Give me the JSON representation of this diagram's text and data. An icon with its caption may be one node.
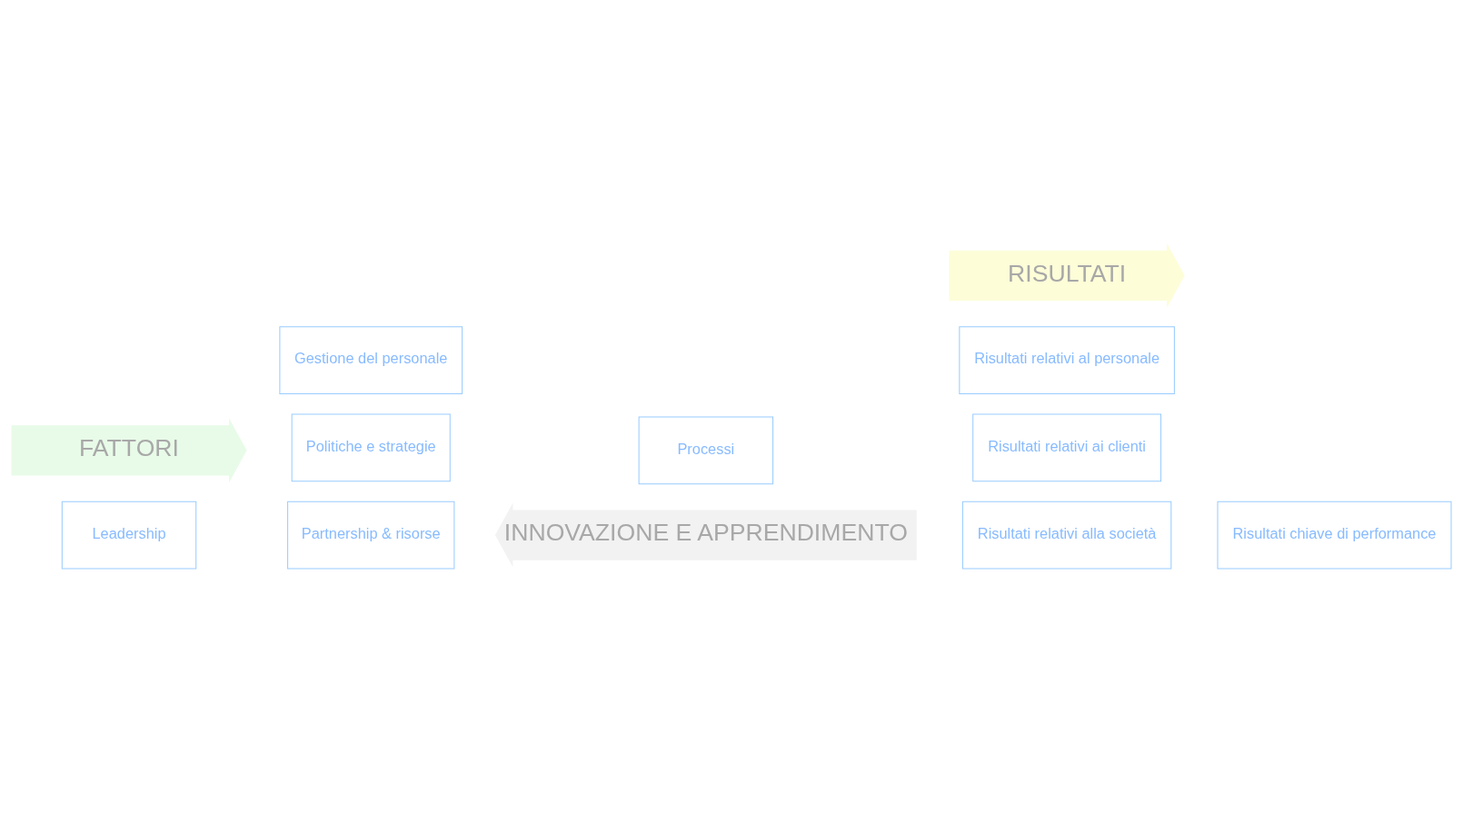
{
  "diagram": {
    "nodes": [
      {
        "text": [
          "FATTORI"
        ]
      },
      {
        "text": [
          "RISULTATI"
        ]
      },
      {
        "text": [
          "Leadership"
        ]
      },
      {
        "text": [
          "Gestione del personale"
        ]
      },
      {
        "text": [
          "Politiche e strategie"
        ]
      },
      {
        "text": [
          "Partnership & risorse"
        ]
      },
      {
        "text": [
          "Processi"
        ]
      },
      {
        "text": [
          "Risultati relativi al personale"
        ]
      },
      {
        "text": [
          "Risultati relativi ai clienti"
        ]
      },
      {
        "text": [
          "Risultati relativi alla società"
        ]
      },
      {
        "text": [
          "Risultati chiave di performance"
        ]
      },
      {
        "text": [
          "INNOVAZIONE E APPRENDIMENTO"
        ]
      }
    ],
    "edges": []
  }
}
